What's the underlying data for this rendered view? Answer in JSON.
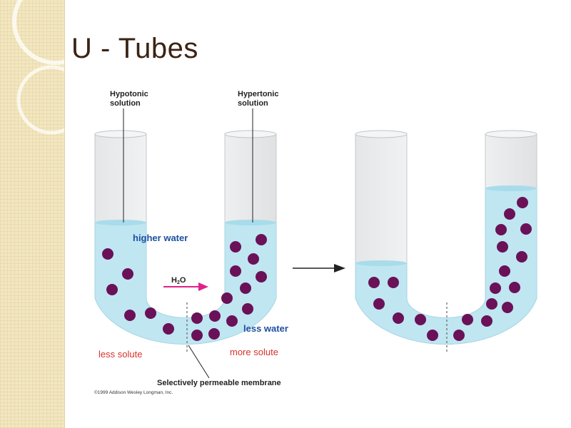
{
  "slide": {
    "title": "U - Tubes"
  },
  "diagram": {
    "left_tube": {
      "label_left_line1": "Hypotonic",
      "label_left_line2": "solution",
      "label_right_line1": "Hypertonic",
      "label_right_line2": "solution",
      "higher_water": "higher water",
      "less_water": "less water",
      "less_solute": "less solute",
      "more_solute": "more solute",
      "arrow_h": "H",
      "arrow_sub": "2",
      "arrow_o": "O",
      "membrane_label": "Selectively permeable membrane",
      "copyright": "©1999 Addison Wesley Longman, Inc."
    },
    "colors": {
      "water": "#bfe6f1",
      "water_surface": "#9fd5e6",
      "solute": "#6a1158",
      "arrow": "#e0218a",
      "text_blue": "#1f4fa0",
      "text_red": "#d8312b"
    }
  }
}
